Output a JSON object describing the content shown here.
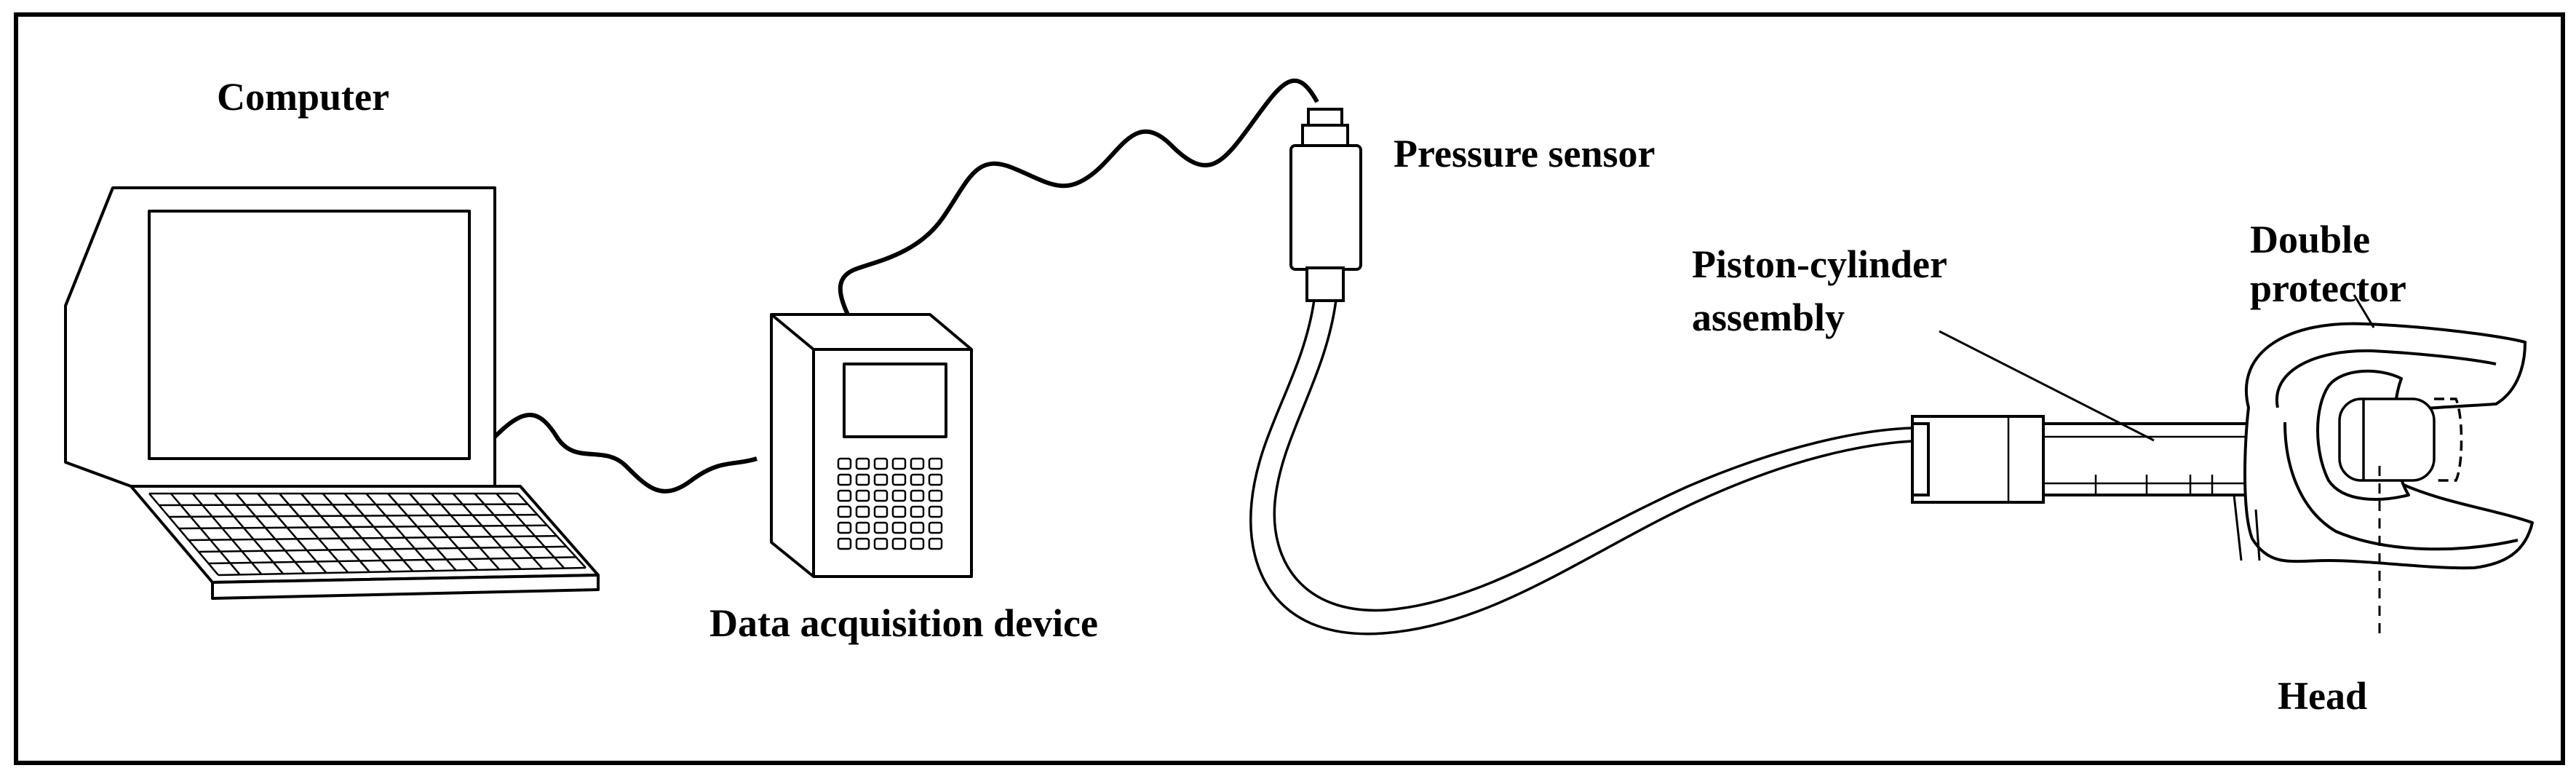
{
  "diagram": {
    "labels": {
      "computer": "Computer",
      "pressure_sensor": "Pressure sensor",
      "piston_line1": "Piston-cylinder",
      "piston_line2": "assembly",
      "protector_line1": "Double",
      "protector_line2": "protector",
      "data_acquisition": "Data acquisition device",
      "head": "Head"
    },
    "colors": {
      "stroke": "#000000",
      "fill": "#ffffff"
    }
  }
}
